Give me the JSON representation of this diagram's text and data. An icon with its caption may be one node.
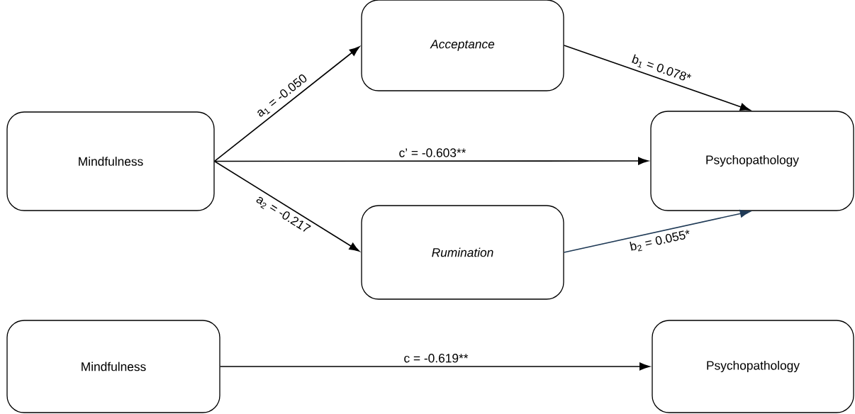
{
  "diagram": {
    "nodes": [
      {
        "text": [
          "Mindfulness"
        ]
      },
      {
        "text": [
          "Acceptance"
        ]
      },
      {
        "text": [
          "Psychopathology"
        ]
      },
      {
        "text": [
          "Rumination"
        ]
      },
      {
        "text": [
          "Mindfulness"
        ]
      },
      {
        "text": [
          "Psychopathology"
        ]
      }
    ],
    "edges": [
      {
        "from": 0,
        "to": 1,
        "arrow": "to",
        "label": "a$_{1}$ = -0.050"
      },
      {
        "from": 0,
        "to": 2,
        "arrow": "to",
        "label": "c’ = -0.603**"
      },
      {
        "from": 0,
        "to": 3,
        "arrow": "to",
        "label": "a$_{2}$ = -0.217"
      },
      {
        "from": 1,
        "to": 2,
        "arrow": "to",
        "label": "b$_{1}$ = 0.078*"
      },
      {
        "from": 3,
        "to": 2,
        "arrow": "to",
        "label": "b$_{2}$ = 0.055*",
        "color": "#1f3a56"
      },
      {
        "from": 4,
        "to": 5,
        "arrow": "to",
        "label": "c = -0.619**"
      }
    ]
  }
}
